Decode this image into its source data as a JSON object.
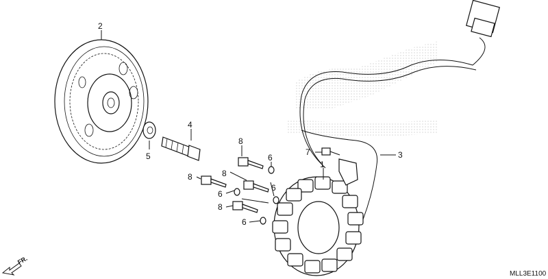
{
  "diagram": {
    "callouts": [
      {
        "id": "c1",
        "label": "1"
      },
      {
        "id": "c2",
        "label": "2"
      },
      {
        "id": "c3",
        "label": "3"
      },
      {
        "id": "c4",
        "label": "4"
      },
      {
        "id": "c5",
        "label": "5"
      },
      {
        "id": "c6a",
        "label": "6"
      },
      {
        "id": "c6b",
        "label": "6"
      },
      {
        "id": "c6c",
        "label": "6"
      },
      {
        "id": "c6d",
        "label": "6"
      },
      {
        "id": "c7",
        "label": "7"
      },
      {
        "id": "c8a",
        "label": "8"
      },
      {
        "id": "c8b",
        "label": "8"
      },
      {
        "id": "c8c",
        "label": "8"
      },
      {
        "id": "c8d",
        "label": "8"
      }
    ],
    "front_arrow": "FR.",
    "code": "MLL3E1100"
  }
}
